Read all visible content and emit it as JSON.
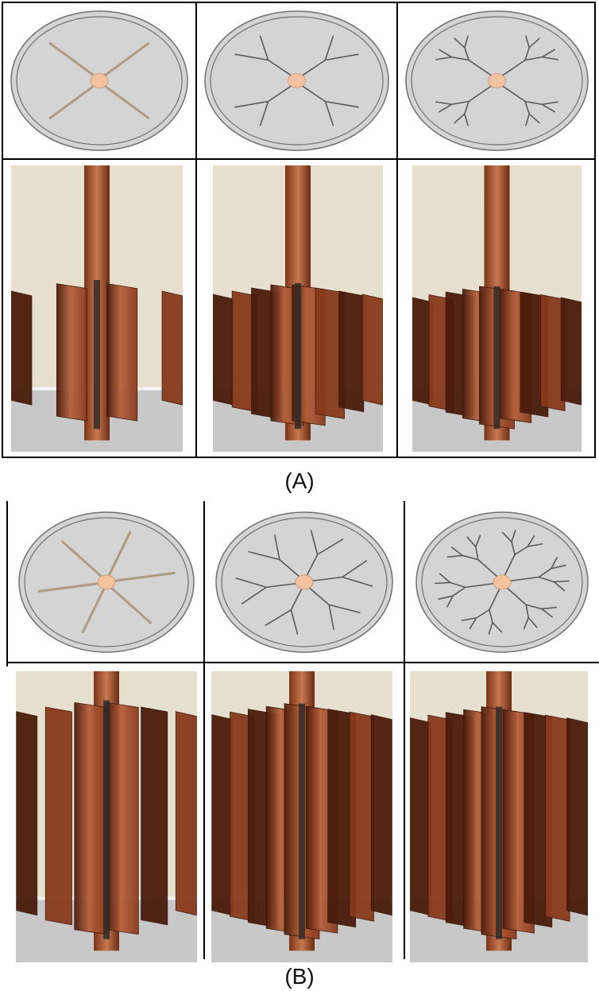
{
  "panels": [
    {
      "label": "(A)",
      "designs": [
        {
          "primary_fins": 4,
          "branches_per_fin": 0,
          "branch_levels": 0
        },
        {
          "primary_fins": 4,
          "branches_per_fin": 2,
          "branch_levels": 1
        },
        {
          "primary_fins": 4,
          "branches_per_fin": 2,
          "branch_levels": 2
        }
      ],
      "photos": [
        {
          "subject": "copper-tube-4-fins"
        },
        {
          "subject": "copper-tube-4-y-fins"
        },
        {
          "subject": "copper-tube-4-double-y-fins"
        }
      ]
    },
    {
      "label": "(B)",
      "designs": [
        {
          "primary_fins": 6,
          "branches_per_fin": 0,
          "branch_levels": 0
        },
        {
          "primary_fins": 6,
          "branches_per_fin": 2,
          "branch_levels": 1
        },
        {
          "primary_fins": 6,
          "branches_per_fin": 2,
          "branch_levels": 2
        }
      ],
      "photos": [
        {
          "subject": "copper-tube-6-fins"
        },
        {
          "subject": "copper-tube-6-y-fins"
        },
        {
          "subject": "copper-tube-6-double-y-fins"
        }
      ]
    }
  ],
  "colors": {
    "disc_fill": "#d4d4d4",
    "disc_stroke": "#707070",
    "fin_simple": "#b09a80",
    "fin_branched": "#5a5a5a",
    "tube_fill": "#f3c3a0",
    "wall": "#e8e0cf",
    "floor": "#c8c8c8",
    "copper": "#8a3a1c",
    "copper_light": "#b5603a",
    "copper_dark": "#4a1c0c"
  }
}
